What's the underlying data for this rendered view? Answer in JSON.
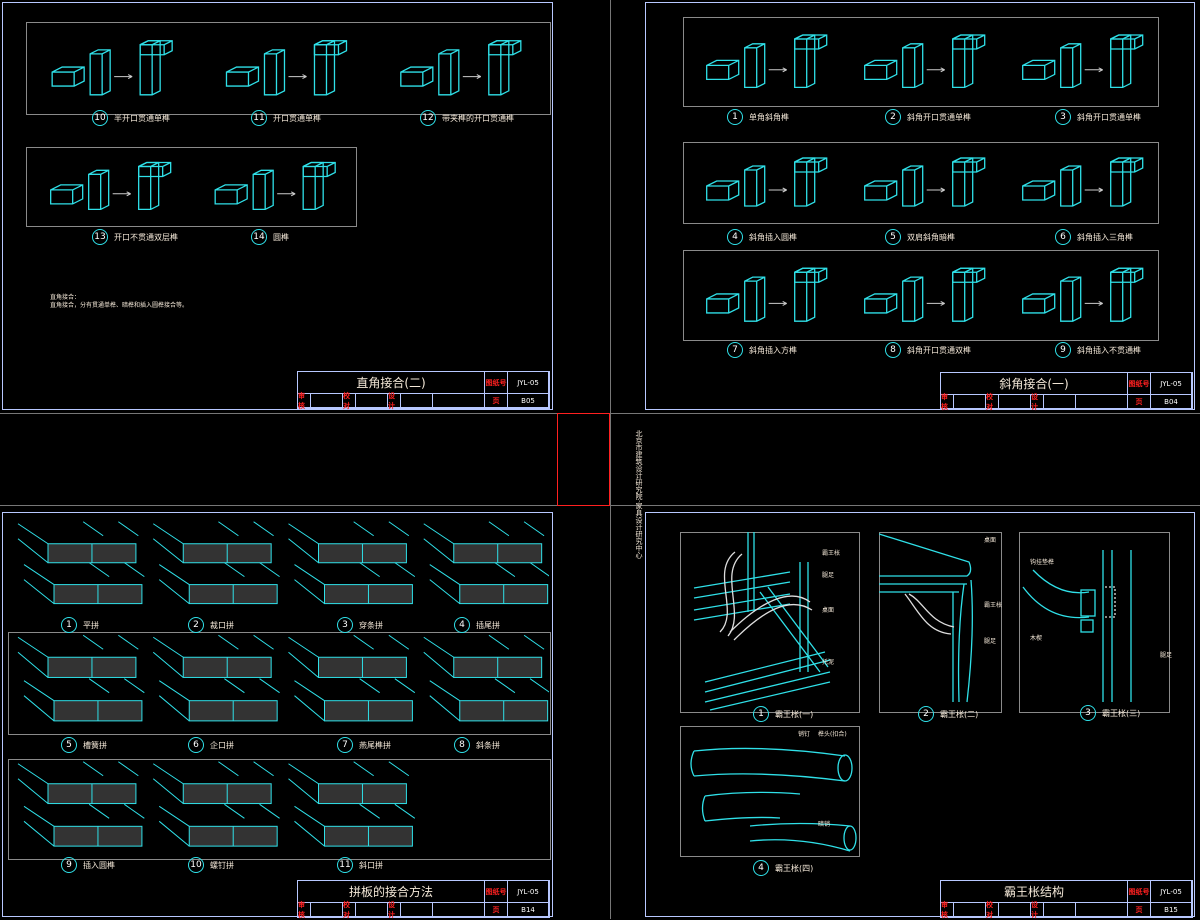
{
  "sheets": {
    "top_left": {
      "title": "直角接合(二)",
      "drawing_no_label": "图纸号",
      "drawing_no": "JYL-05",
      "reviewer_label": "审核",
      "checker_label": "校对",
      "designer_label": "设计",
      "page_label": "页",
      "page": "B05",
      "items": [
        {
          "num": "10",
          "label": "半开口贯通单榫"
        },
        {
          "num": "11",
          "label": "开口贯通单榫"
        },
        {
          "num": "12",
          "label": "带夹榫的开口贯通榫"
        },
        {
          "num": "13",
          "label": "开口不贯通双层榫"
        },
        {
          "num": "14",
          "label": "圆榫"
        }
      ],
      "notes": [
        "直角接合：",
        "直角接合，分有贯通单榫、暗榫和插入圆榫接合等。"
      ]
    },
    "top_right": {
      "title": "斜角接合(一)",
      "drawing_no_label": "图纸号",
      "drawing_no": "JYL-05",
      "reviewer_label": "审核",
      "checker_label": "校对",
      "designer_label": "设计",
      "page_label": "页",
      "page": "B04",
      "items": [
        {
          "num": "1",
          "label": "单角斜角榫"
        },
        {
          "num": "2",
          "label": "斜角开口贯通单榫"
        },
        {
          "num": "3",
          "label": "斜角开口贯通单榫"
        },
        {
          "num": "4",
          "label": "斜角插入圆榫"
        },
        {
          "num": "5",
          "label": "双肩斜角暗榫"
        },
        {
          "num": "6",
          "label": "斜角插入三角榫"
        },
        {
          "num": "7",
          "label": "斜角插入方榫"
        },
        {
          "num": "8",
          "label": "斜角开口贯通双榫"
        },
        {
          "num": "9",
          "label": "斜角插入不贯通榫"
        }
      ]
    },
    "bottom_left": {
      "title": "拼板的接合方法",
      "drawing_no_label": "图纸号",
      "drawing_no": "JYL-05",
      "reviewer_label": "审核",
      "checker_label": "校对",
      "designer_label": "设计",
      "page_label": "页",
      "page": "B14",
      "items": [
        {
          "num": "1",
          "label": "平拼"
        },
        {
          "num": "2",
          "label": "裁口拼"
        },
        {
          "num": "3",
          "label": "穿条拼"
        },
        {
          "num": "4",
          "label": "插尾拼"
        },
        {
          "num": "5",
          "label": "槽簧拼"
        },
        {
          "num": "6",
          "label": "企口拼"
        },
        {
          "num": "7",
          "label": "燕尾榫拼"
        },
        {
          "num": "8",
          "label": "斜条拼"
        },
        {
          "num": "9",
          "label": "插入圆榫"
        },
        {
          "num": "10",
          "label": "螺钉拼"
        },
        {
          "num": "11",
          "label": "斜口拼"
        }
      ]
    },
    "bottom_right": {
      "title": "霸王枨结构",
      "drawing_no_label": "图纸号",
      "drawing_no": "JYL-05",
      "reviewer_label": "审核",
      "checker_label": "校对",
      "designer_label": "设计",
      "page_label": "页",
      "page": "B15",
      "items": [
        {
          "num": "1",
          "label": "霸王枨(一)"
        },
        {
          "num": "2",
          "label": "霸王枨(二)"
        },
        {
          "num": "3",
          "label": "霸王枨(三)"
        },
        {
          "num": "4",
          "label": "霸王枨(四)"
        }
      ],
      "callouts": {
        "fig1": [
          "霸王枨",
          "腿足",
          "桌面",
          "托泥"
        ],
        "fig2": [
          "桌面",
          "霸王枨",
          "腿足"
        ],
        "fig3": [
          "钩挂垫榫",
          "木楔",
          "腿足"
        ],
        "fig4": [
          "销钉",
          "榫头(扣合)",
          "暗销"
        ]
      }
    }
  },
  "side_text": "北京市建筑设计研究院·家具设计研究中心"
}
